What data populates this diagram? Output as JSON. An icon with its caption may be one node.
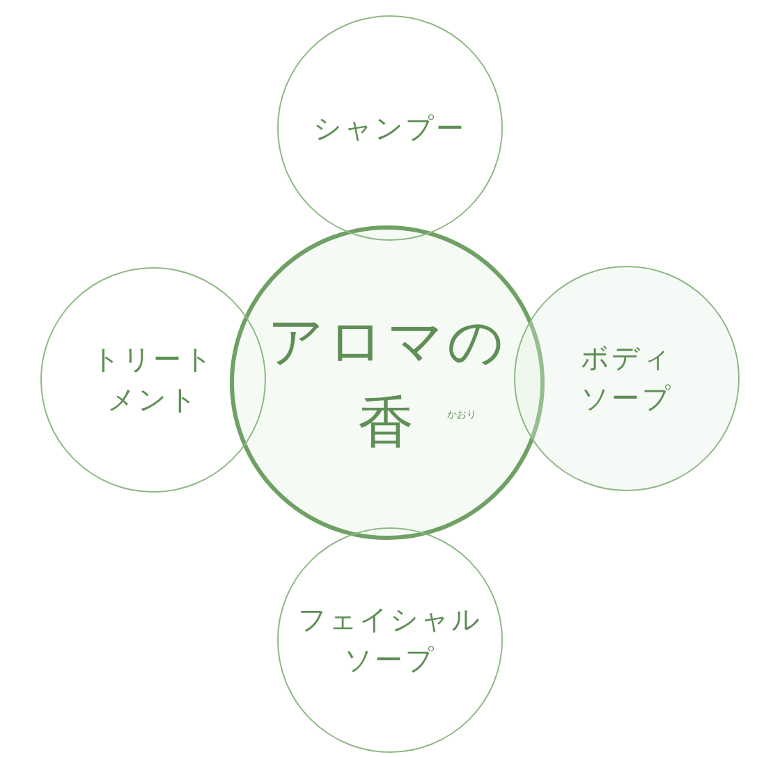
{
  "diagram": {
    "nodes": [
      {
        "text": [
          "シャンプー"
        ]
      },
      {
        "text": [
          "トリートメント"
        ]
      },
      {
        "text": [
          "アロマの香",
          "かおり"
        ]
      },
      {
        "text": [
          "ボディソープ"
        ]
      },
      {
        "text": [
          "フェイシャルソープ"
        ]
      }
    ]
  }
}
